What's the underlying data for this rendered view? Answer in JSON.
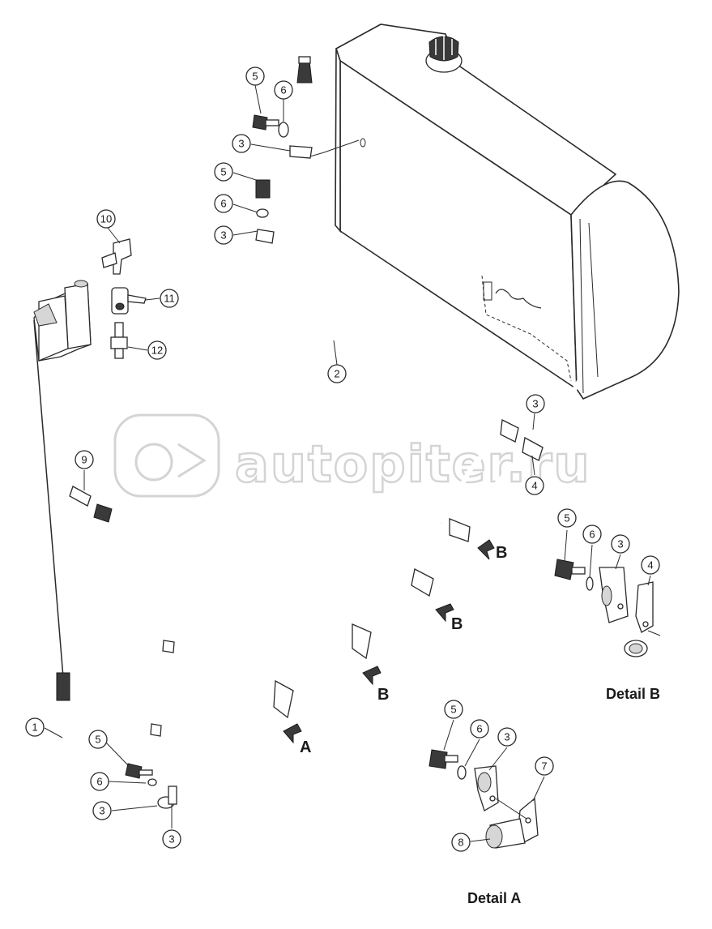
{
  "watermark": {
    "text": "autopiter.ru"
  },
  "detail_labels": {
    "detail_a": "Detail A",
    "detail_b": "Detail B"
  },
  "view_arrows": [
    "B",
    "B",
    "B",
    "A"
  ],
  "callouts": [
    "5",
    "6",
    "3",
    "5",
    "6",
    "3",
    "2",
    "3",
    "4",
    "10",
    "11",
    "12",
    "9",
    "1",
    "5",
    "6",
    "3",
    "3",
    "5",
    "6",
    "3",
    "4",
    "5",
    "6",
    "3",
    "7",
    "8"
  ]
}
